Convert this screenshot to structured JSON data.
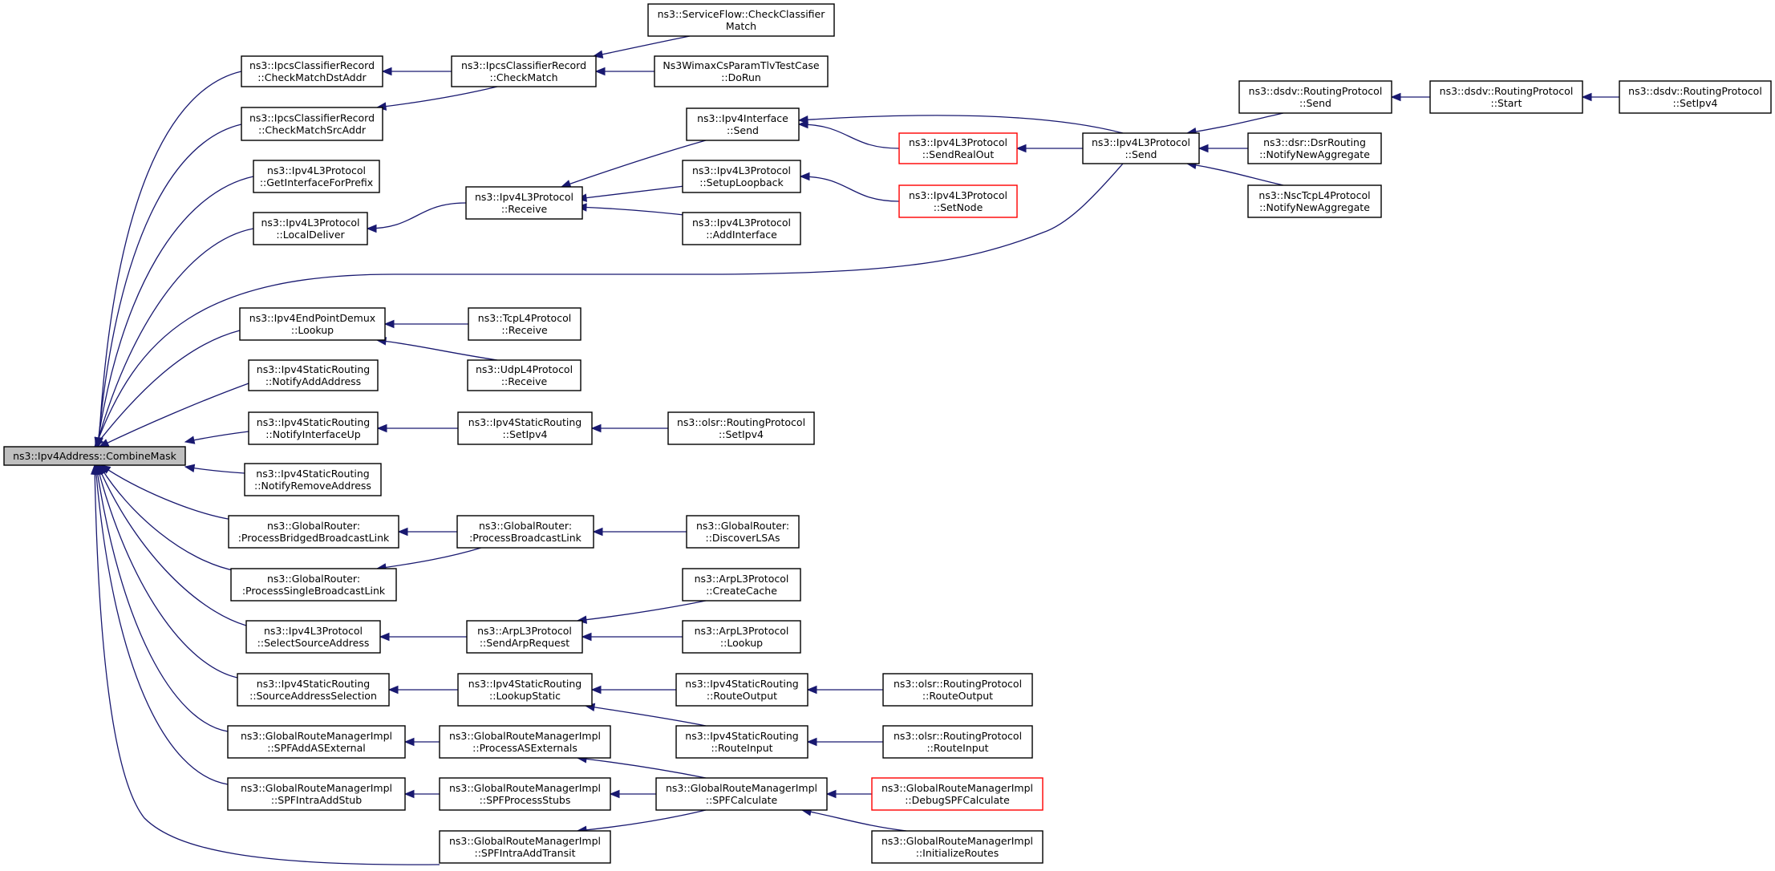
{
  "colors": {
    "edge": "#191970",
    "root_fill": "#bfbfbf",
    "node_border": "#000000",
    "highlight_border": "#ff0000",
    "background": "#ffffff"
  },
  "nodes": [
    {
      "id": "combine",
      "lines": [
        "ns3::Ipv4Address::CombineMask"
      ],
      "root": true
    },
    {
      "id": "icrDst",
      "lines": [
        "ns3::IpcsClassifierRecord",
        "::CheckMatchDstAddr"
      ]
    },
    {
      "id": "icrSrc",
      "lines": [
        "ns3::IpcsClassifierRecord",
        "::CheckMatchSrcAddr"
      ]
    },
    {
      "id": "getIface",
      "lines": [
        "ns3::Ipv4L3Protocol",
        "::GetInterfaceForPrefix"
      ]
    },
    {
      "id": "localDeliver",
      "lines": [
        "ns3::Ipv4L3Protocol",
        "::LocalDeliver"
      ]
    },
    {
      "id": "epdLookup",
      "lines": [
        "ns3::Ipv4EndPointDemux",
        "::Lookup"
      ]
    },
    {
      "id": "srNotifyAdd",
      "lines": [
        "ns3::Ipv4StaticRouting",
        "::NotifyAddAddress"
      ]
    },
    {
      "id": "srNotifyUp",
      "lines": [
        "ns3::Ipv4StaticRouting",
        "::NotifyInterfaceUp"
      ]
    },
    {
      "id": "srNotifyRemove",
      "lines": [
        "ns3::Ipv4StaticRouting",
        "::NotifyRemoveAddress"
      ]
    },
    {
      "id": "grBridged",
      "lines": [
        "ns3::GlobalRouter:",
        ":ProcessBridgedBroadcastLink"
      ]
    },
    {
      "id": "grSingle",
      "lines": [
        "ns3::GlobalRouter:",
        ":ProcessSingleBroadcastLink"
      ]
    },
    {
      "id": "selectSrc",
      "lines": [
        "ns3::Ipv4L3Protocol",
        "::SelectSourceAddress"
      ]
    },
    {
      "id": "srSrcSel",
      "lines": [
        "ns3::Ipv4StaticRouting",
        "::SourceAddressSelection"
      ]
    },
    {
      "id": "grmAsExt",
      "lines": [
        "ns3::GlobalRouteManagerImpl",
        "::SPFAddASExternal"
      ]
    },
    {
      "id": "grmIntraStub",
      "lines": [
        "ns3::GlobalRouteManagerImpl",
        "::SPFIntraAddStub"
      ]
    },
    {
      "id": "icrMatch",
      "lines": [
        "ns3::IpcsClassifierRecord",
        "::CheckMatch"
      ]
    },
    {
      "id": "l3Receive",
      "lines": [
        "ns3::Ipv4L3Protocol",
        "::Receive"
      ]
    },
    {
      "id": "tcpReceive",
      "lines": [
        "ns3::TcpL4Protocol",
        "::Receive"
      ]
    },
    {
      "id": "udpReceive",
      "lines": [
        "ns3::UdpL4Protocol",
        "::Receive"
      ]
    },
    {
      "id": "srSetIpv4",
      "lines": [
        "ns3::Ipv4StaticRouting",
        "::SetIpv4"
      ]
    },
    {
      "id": "grBroadcast",
      "lines": [
        "ns3::GlobalRouter:",
        ":ProcessBroadcastLink"
      ]
    },
    {
      "id": "arpSendReq",
      "lines": [
        "ns3::ArpL3Protocol",
        "::SendArpRequest"
      ]
    },
    {
      "id": "srLookupStatic",
      "lines": [
        "ns3::Ipv4StaticRouting",
        "::LookupStatic"
      ]
    },
    {
      "id": "grmProcAsExt",
      "lines": [
        "ns3::GlobalRouteManagerImpl",
        "::ProcessASExternals"
      ]
    },
    {
      "id": "grmProcStubs",
      "lines": [
        "ns3::GlobalRouteManagerImpl",
        "::SPFProcessStubs"
      ]
    },
    {
      "id": "grmIntraTransit",
      "lines": [
        "ns3::GlobalRouteManagerImpl",
        "::SPFIntraAddTransit"
      ]
    },
    {
      "id": "sfCheck",
      "lines": [
        "ns3::ServiceFlow::CheckClassifier",
        "Match"
      ]
    },
    {
      "id": "wimaxDoRun",
      "lines": [
        "Ns3WimaxCsParamTlvTestCase",
        "::DoRun"
      ]
    },
    {
      "id": "ifaceSend",
      "lines": [
        "ns3::Ipv4Interface",
        "::Send"
      ]
    },
    {
      "id": "setupLoopback",
      "lines": [
        "ns3::Ipv4L3Protocol",
        "::SetupLoopback"
      ]
    },
    {
      "id": "addInterface",
      "lines": [
        "ns3::Ipv4L3Protocol",
        "::AddInterface"
      ]
    },
    {
      "id": "olsrSetIpv4",
      "lines": [
        "ns3::olsr::RoutingProtocol",
        "::SetIpv4"
      ]
    },
    {
      "id": "grDiscover",
      "lines": [
        "ns3::GlobalRouter:",
        "::DiscoverLSAs"
      ]
    },
    {
      "id": "arpCreateCache",
      "lines": [
        "ns3::ArpL3Protocol",
        "::CreateCache"
      ]
    },
    {
      "id": "arpLookup",
      "lines": [
        "ns3::ArpL3Protocol",
        "::Lookup"
      ]
    },
    {
      "id": "srRouteOutput",
      "lines": [
        "ns3::Ipv4StaticRouting",
        "::RouteOutput"
      ]
    },
    {
      "id": "srRouteInput",
      "lines": [
        "ns3::Ipv4StaticRouting",
        "::RouteInput"
      ]
    },
    {
      "id": "grmSpfCalc",
      "lines": [
        "ns3::GlobalRouteManagerImpl",
        "::SPFCalculate"
      ]
    },
    {
      "id": "sendRealOut",
      "lines": [
        "ns3::Ipv4L3Protocol",
        "::SendRealOut"
      ],
      "highlight": true
    },
    {
      "id": "setNode",
      "lines": [
        "ns3::Ipv4L3Protocol",
        "::SetNode"
      ],
      "highlight": true
    },
    {
      "id": "olsrRouteOutput",
      "lines": [
        "ns3::olsr::RoutingProtocol",
        "::RouteOutput"
      ]
    },
    {
      "id": "olsrRouteInput",
      "lines": [
        "ns3::olsr::RoutingProtocol",
        "::RouteInput"
      ]
    },
    {
      "id": "grmDebugSpf",
      "lines": [
        "ns3::GlobalRouteManagerImpl",
        "::DebugSPFCalculate"
      ],
      "highlight": true
    },
    {
      "id": "grmInitRoutes",
      "lines": [
        "ns3::GlobalRouteManagerImpl",
        "::InitializeRoutes"
      ]
    },
    {
      "id": "l3Send",
      "lines": [
        "ns3::Ipv4L3Protocol",
        "::Send"
      ]
    },
    {
      "id": "dsdvSend",
      "lines": [
        "ns3::dsdv::RoutingProtocol",
        "::Send"
      ]
    },
    {
      "id": "dsrNotify",
      "lines": [
        "ns3::dsr::DsrRouting",
        "::NotifyNewAggregate"
      ]
    },
    {
      "id": "nscNotify",
      "lines": [
        "ns3::NscTcpL4Protocol",
        "::NotifyNewAggregate"
      ]
    },
    {
      "id": "dsdvStart",
      "lines": [
        "ns3::dsdv::RoutingProtocol",
        "::Start"
      ]
    },
    {
      "id": "dsdvSetIpv4",
      "lines": [
        "ns3::dsdv::RoutingProtocol",
        "::SetIpv4"
      ]
    }
  ],
  "edges": [
    [
      "icrDst",
      "combine"
    ],
    [
      "icrSrc",
      "combine"
    ],
    [
      "getIface",
      "combine"
    ],
    [
      "localDeliver",
      "combine"
    ],
    [
      "l3Send",
      "combine"
    ],
    [
      "epdLookup",
      "combine"
    ],
    [
      "srNotifyAdd",
      "combine"
    ],
    [
      "srNotifyUp",
      "combine"
    ],
    [
      "srNotifyRemove",
      "combine"
    ],
    [
      "grBridged",
      "combine"
    ],
    [
      "grSingle",
      "combine"
    ],
    [
      "selectSrc",
      "combine"
    ],
    [
      "srSrcSel",
      "combine"
    ],
    [
      "grmAsExt",
      "combine"
    ],
    [
      "grmIntraStub",
      "combine"
    ],
    [
      "grmIntraTransit",
      "combine"
    ],
    [
      "icrMatch",
      "icrDst"
    ],
    [
      "icrMatch",
      "icrSrc"
    ],
    [
      "sfCheck",
      "icrMatch"
    ],
    [
      "wimaxDoRun",
      "icrMatch"
    ],
    [
      "l3Receive",
      "localDeliver"
    ],
    [
      "ifaceSend",
      "l3Receive"
    ],
    [
      "setupLoopback",
      "l3Receive"
    ],
    [
      "addInterface",
      "l3Receive"
    ],
    [
      "l3Send",
      "ifaceSend"
    ],
    [
      "sendRealOut",
      "ifaceSend"
    ],
    [
      "l3Send",
      "sendRealOut"
    ],
    [
      "setNode",
      "setupLoopback"
    ],
    [
      "dsdvSend",
      "l3Send"
    ],
    [
      "dsrNotify",
      "l3Send"
    ],
    [
      "nscNotify",
      "l3Send"
    ],
    [
      "dsdvStart",
      "dsdvSend"
    ],
    [
      "dsdvSetIpv4",
      "dsdvStart"
    ],
    [
      "tcpReceive",
      "epdLookup"
    ],
    [
      "udpReceive",
      "epdLookup"
    ],
    [
      "srSetIpv4",
      "srNotifyUp"
    ],
    [
      "olsrSetIpv4",
      "srSetIpv4"
    ],
    [
      "grBroadcast",
      "grBridged"
    ],
    [
      "grBroadcast",
      "grSingle"
    ],
    [
      "grDiscover",
      "grBroadcast"
    ],
    [
      "arpSendReq",
      "selectSrc"
    ],
    [
      "arpCreateCache",
      "arpSendReq"
    ],
    [
      "arpLookup",
      "arpSendReq"
    ],
    [
      "srLookupStatic",
      "srSrcSel"
    ],
    [
      "srRouteOutput",
      "srLookupStatic"
    ],
    [
      "srRouteInput",
      "srLookupStatic"
    ],
    [
      "olsrRouteOutput",
      "srRouteOutput"
    ],
    [
      "olsrRouteInput",
      "srRouteInput"
    ],
    [
      "grmProcAsExt",
      "grmAsExt"
    ],
    [
      "grmSpfCalc",
      "grmProcAsExt"
    ],
    [
      "grmProcStubs",
      "grmIntraStub"
    ],
    [
      "grmSpfCalc",
      "grmProcStubs"
    ],
    [
      "grmSpfCalc",
      "grmIntraTransit"
    ],
    [
      "grmDebugSpf",
      "grmSpfCalc"
    ],
    [
      "grmInitRoutes",
      "grmSpfCalc"
    ]
  ]
}
